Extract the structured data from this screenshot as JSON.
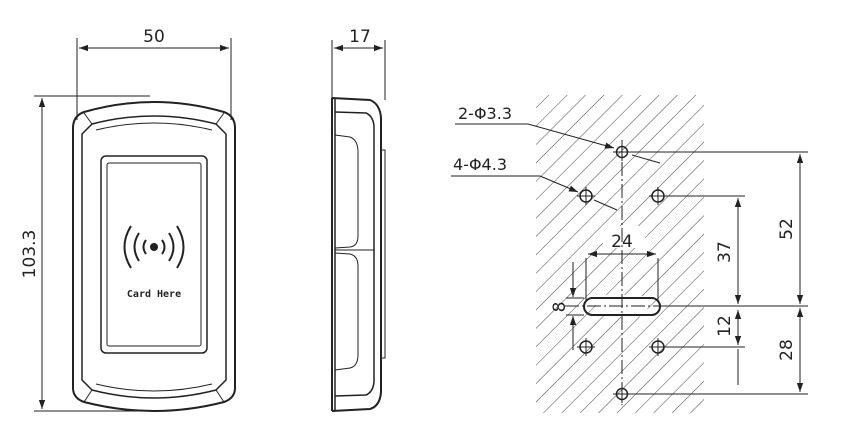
{
  "front_view": {
    "width_dim": "50",
    "height_dim": "103.3",
    "card_text": "Card Here"
  },
  "side_view": {
    "depth_dim": "17"
  },
  "mounting": {
    "label_small_holes": "2-Φ3.3",
    "label_large_holes": "4-Φ4.3",
    "dim_24": "24",
    "dim_37": "37",
    "dim_52": "52",
    "dim_8": "8",
    "dim_12": "12",
    "dim_28": "28"
  }
}
